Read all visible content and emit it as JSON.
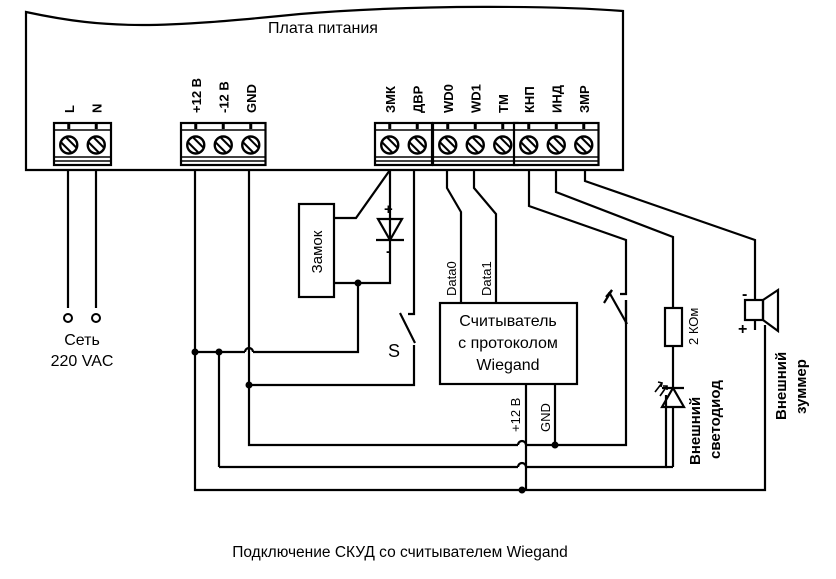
{
  "board": {
    "title": "Плата питания",
    "terminal_groups": [
      {
        "id": "mains",
        "pins": [
          "L",
          "N"
        ]
      },
      {
        "id": "power",
        "pins": [
          "+12 В",
          "-12 В",
          "GND"
        ]
      },
      {
        "id": "lock-door",
        "pins": [
          "ЗМК",
          "ДВР"
        ]
      },
      {
        "id": "wiegand",
        "pins": [
          "WD0",
          "WD1",
          "TM"
        ]
      },
      {
        "id": "io",
        "pins": [
          "КНП",
          "ИНД",
          "ЗМР"
        ]
      }
    ]
  },
  "mains": {
    "line1": "Сеть",
    "line2": "220 VAC"
  },
  "lock": {
    "label": "Замок",
    "diode_plus": "+",
    "diode_minus": "-"
  },
  "door_switch": {
    "label": "S"
  },
  "reader": {
    "line1": "Считыватель",
    "line2": "с протоколом",
    "line3": "Wiegand",
    "data0": "Data0",
    "data1": "Data1",
    "power": "+12 В",
    "gnd": "GND"
  },
  "led": {
    "resistor": "2 КОм",
    "line1": "Внешний",
    "line2": "светодиод"
  },
  "buzzer": {
    "minus": "-",
    "plus": "+",
    "line1": "Внешний",
    "line2": "зуммер"
  },
  "caption": "Подключение СКУД со считывателем Wiegand"
}
